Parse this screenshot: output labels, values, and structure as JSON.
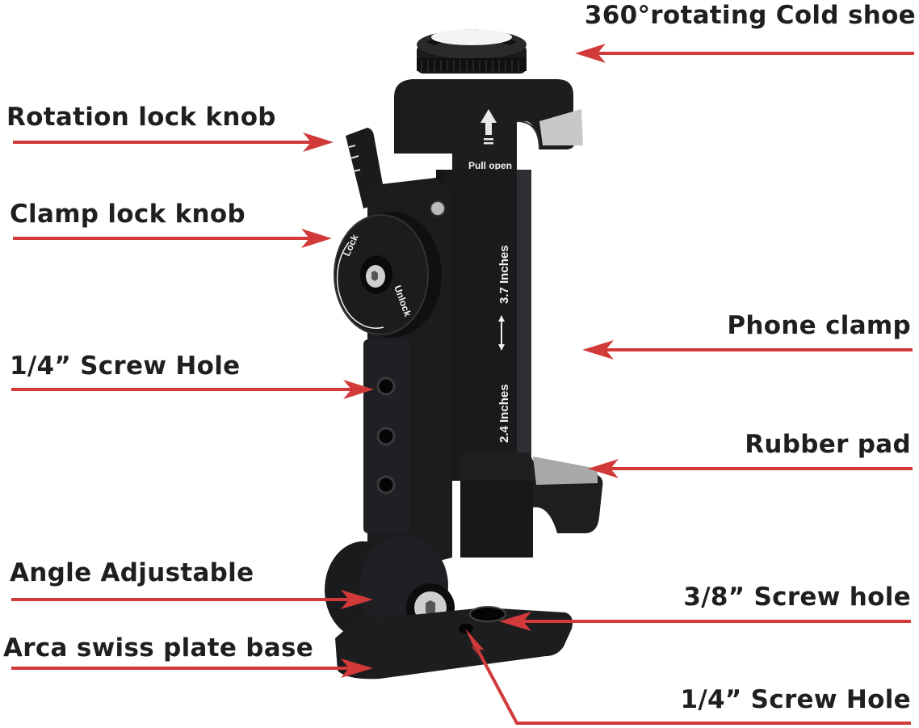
{
  "diagram": {
    "subject": "Phone clamp mount with cold shoe and Arca swiss base",
    "arrow_color": "#d23a3a",
    "text_color": "#1f1f1f",
    "callouts": [
      {
        "id": "cold-shoe",
        "label": "360°rotating Cold shoe",
        "side": "right"
      },
      {
        "id": "rotation-lock",
        "label": "Rotation lock knob",
        "side": "left"
      },
      {
        "id": "clamp-lock",
        "label": "Clamp lock knob",
        "side": "left"
      },
      {
        "id": "screw-hole-side",
        "label": "1/4”  Screw Hole",
        "side": "left"
      },
      {
        "id": "phone-clamp",
        "label": "Phone clamp",
        "side": "right"
      },
      {
        "id": "rubber-pad",
        "label": "Rubber pad",
        "side": "right"
      },
      {
        "id": "angle-adjustable",
        "label": "Angle Adjustable",
        "side": "left"
      },
      {
        "id": "arca-base",
        "label": "Arca swiss plate base",
        "side": "left"
      },
      {
        "id": "screw-hole-38",
        "label": "3/8”  Screw hole",
        "side": "right"
      },
      {
        "id": "screw-hole-base",
        "label": "1/4”  Screw Hole",
        "side": "right"
      }
    ],
    "product_markings": {
      "pull_open": "Pull open",
      "range_max": "3.7 Inches",
      "range_min": "2.4 Inches",
      "knob_lock": "Lock",
      "knob_unlock": "Unlock"
    }
  }
}
